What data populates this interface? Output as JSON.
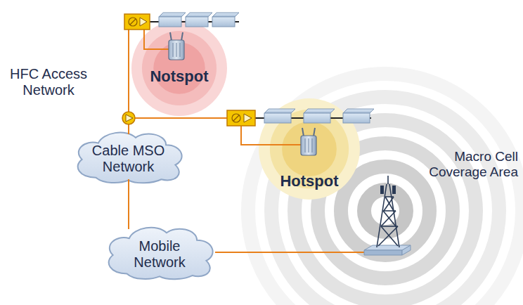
{
  "diagram": {
    "nodes": [
      {
        "text": [
          "Notspot"
        ]
      },
      {
        "text": [
          "Hotspot"
        ]
      },
      {
        "text": [
          "Cable MSO Network"
        ]
      },
      {
        "text": [
          "Mobile Network"
        ]
      },
      {
        "text": [
          "Macro Cell Coverage Area"
        ]
      }
    ],
    "edges": [
      {
        "from": 2,
        "to": 0,
        "arrow": "none"
      },
      {
        "from": 2,
        "to": 1,
        "arrow": "none"
      },
      {
        "from": 2,
        "to": 3,
        "arrow": "none"
      },
      {
        "from": 3,
        "to": 4,
        "arrow": "none"
      }
    ],
    "labels": [
      "HFC Access Network"
    ]
  }
}
